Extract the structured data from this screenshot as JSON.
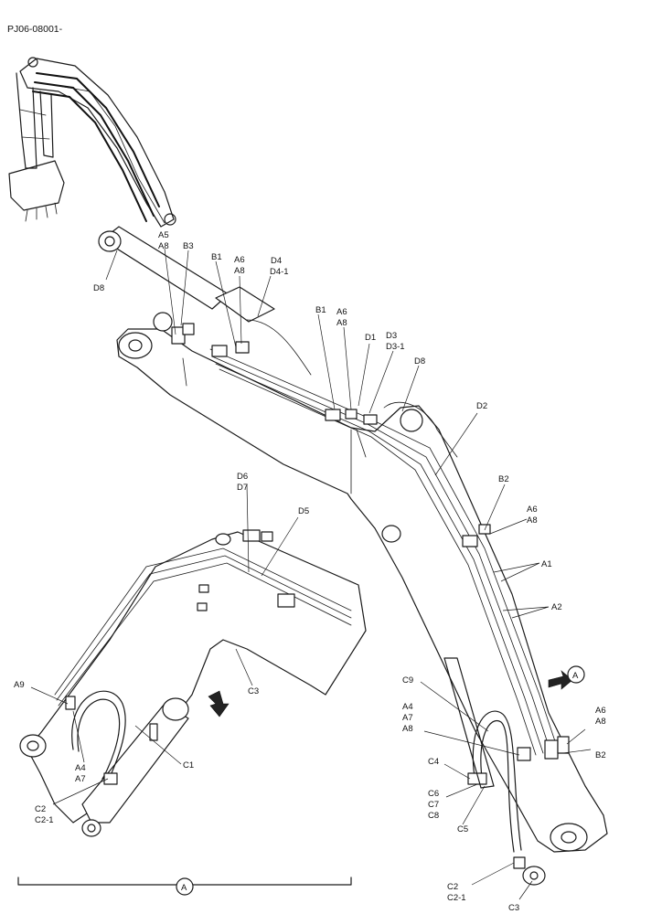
{
  "document": {
    "code": "PJ06-08001-"
  },
  "view_marker": "A",
  "part_labels": [
    {
      "id": "a5",
      "text": "A5"
    },
    {
      "id": "a8-top",
      "text": "A8"
    },
    {
      "id": "b3",
      "text": "B3"
    },
    {
      "id": "d8-left",
      "text": "D8"
    },
    {
      "id": "b1-left",
      "text": "B1"
    },
    {
      "id": "a6-left",
      "text": "A6"
    },
    {
      "id": "a8-left",
      "text": "A8"
    },
    {
      "id": "d4",
      "text": "D4"
    },
    {
      "id": "d4-1",
      "text": "D4-1"
    },
    {
      "id": "b1-mid",
      "text": "B1"
    },
    {
      "id": "a6-mid",
      "text": "A6"
    },
    {
      "id": "a8-mid",
      "text": "A8"
    },
    {
      "id": "d1",
      "text": "D1"
    },
    {
      "id": "d3",
      "text": "D3"
    },
    {
      "id": "d3-1",
      "text": "D3-1"
    },
    {
      "id": "d8-right",
      "text": "D8"
    },
    {
      "id": "d2",
      "text": "D2"
    },
    {
      "id": "b2-top",
      "text": "B2"
    },
    {
      "id": "a6-right",
      "text": "A6"
    },
    {
      "id": "a8-right",
      "text": "A8"
    },
    {
      "id": "a1",
      "text": "A1"
    },
    {
      "id": "a2",
      "text": "A2"
    },
    {
      "id": "d6",
      "text": "D6"
    },
    {
      "id": "d7",
      "text": "D7"
    },
    {
      "id": "d5",
      "text": "D5"
    },
    {
      "id": "a9",
      "text": "A9"
    },
    {
      "id": "c3-detail",
      "text": "C3"
    },
    {
      "id": "c1",
      "text": "C1"
    },
    {
      "id": "a4-detail",
      "text": "A4"
    },
    {
      "id": "a7-detail",
      "text": "A7"
    },
    {
      "id": "c2-detail",
      "text": "C2"
    },
    {
      "id": "c2-1-detail",
      "text": "C2-1"
    },
    {
      "id": "c9",
      "text": "C9"
    },
    {
      "id": "a4-right",
      "text": "A4"
    },
    {
      "id": "a7-right",
      "text": "A7"
    },
    {
      "id": "a8-lower",
      "text": "A8"
    },
    {
      "id": "a6-lower",
      "text": "A6"
    },
    {
      "id": "a8-lower2",
      "text": "A8"
    },
    {
      "id": "b2-lower",
      "text": "B2"
    },
    {
      "id": "c4",
      "text": "C4"
    },
    {
      "id": "c6",
      "text": "C6"
    },
    {
      "id": "c7",
      "text": "C7"
    },
    {
      "id": "c8",
      "text": "C8"
    },
    {
      "id": "c5",
      "text": "C5"
    },
    {
      "id": "c2-bottom",
      "text": "C2"
    },
    {
      "id": "c2-1-bottom",
      "text": "C2-1"
    },
    {
      "id": "c3-bottom",
      "text": "C3"
    }
  ]
}
